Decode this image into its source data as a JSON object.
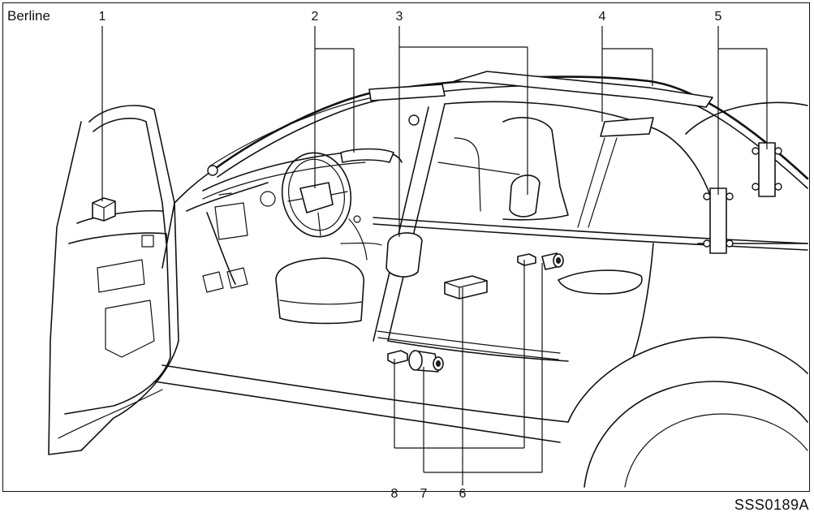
{
  "diagram": {
    "title": "Berline",
    "code": "SSS0189A",
    "callouts": [
      {
        "id": "1",
        "label": "1"
      },
      {
        "id": "2",
        "label": "2"
      },
      {
        "id": "3",
        "label": "3"
      },
      {
        "id": "4",
        "label": "4"
      },
      {
        "id": "5",
        "label": "5"
      },
      {
        "id": "6",
        "label": "6"
      },
      {
        "id": "7",
        "label": "7"
      },
      {
        "id": "8",
        "label": "8"
      }
    ]
  }
}
